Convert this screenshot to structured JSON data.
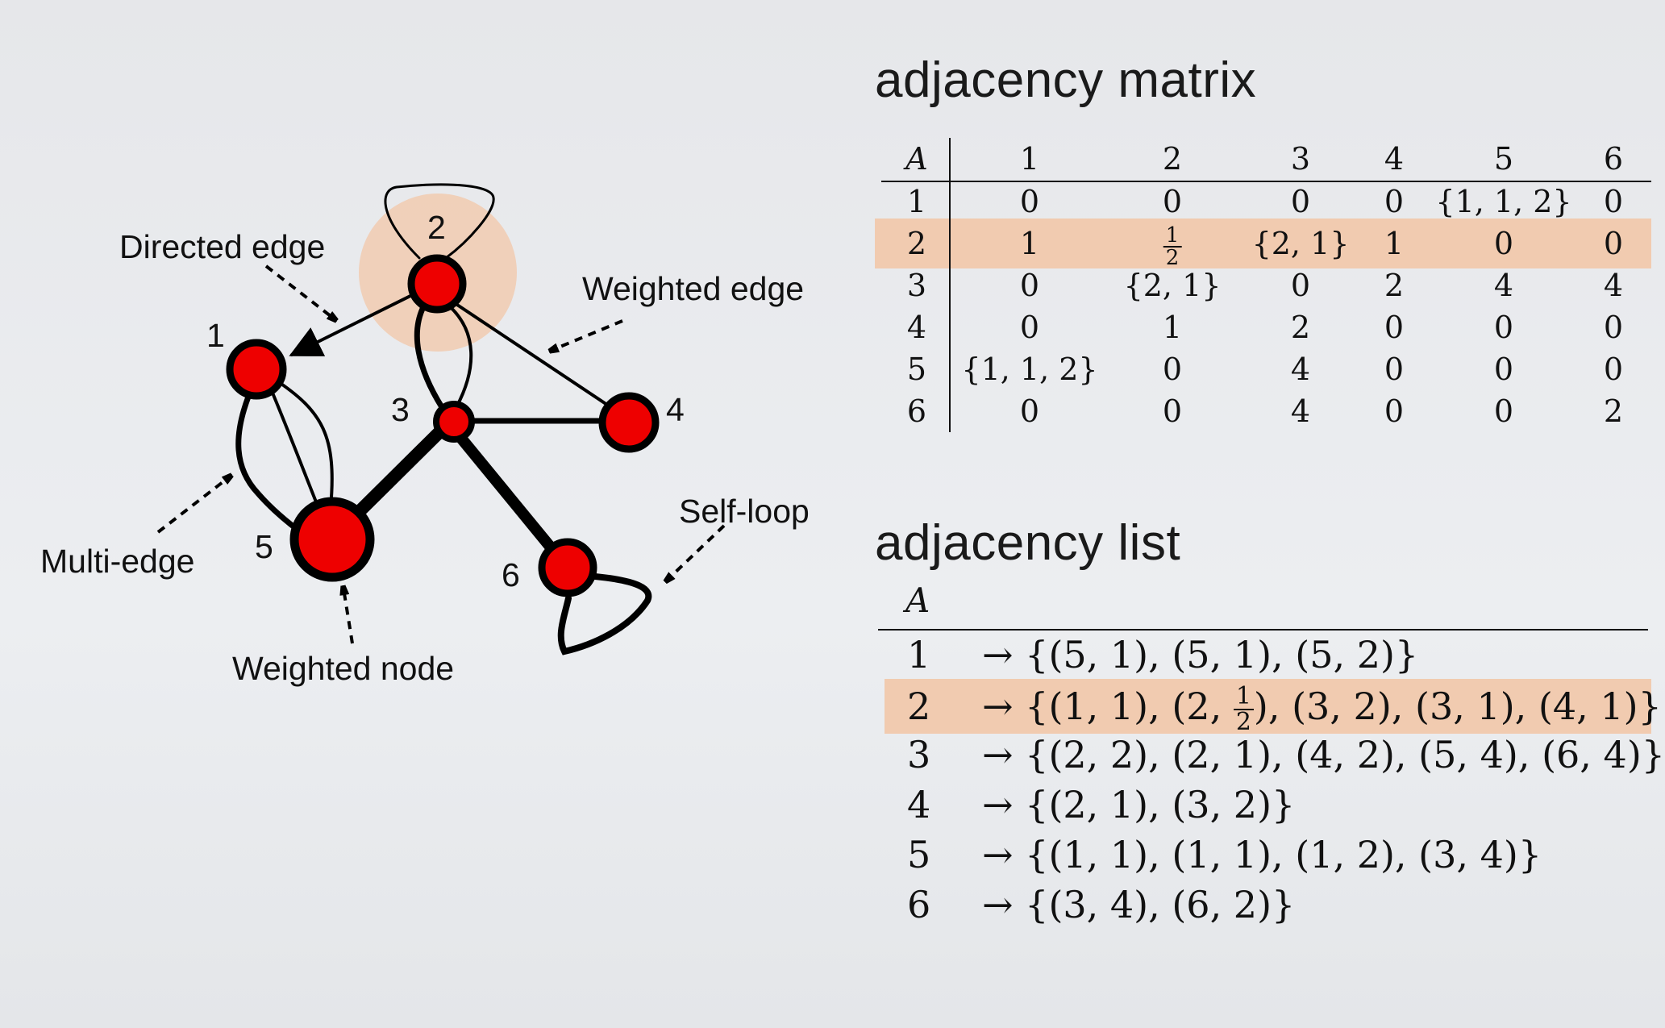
{
  "diagram": {
    "node_labels": [
      "1",
      "2",
      "3",
      "4",
      "5",
      "6"
    ],
    "annotations": {
      "directed_edge": "Directed edge",
      "weighted_edge": "Weighted edge",
      "multi_edge": "Multi-edge",
      "self_loop": "Self-loop",
      "weighted_node": "Weighted node"
    },
    "colors": {
      "node_fill": "#ee0000",
      "highlight": "#f1cbb0",
      "edge": "#000000"
    }
  },
  "matrix": {
    "heading": "adjacency matrix",
    "corner": "A",
    "columns": [
      "1",
      "2",
      "3",
      "4",
      "5",
      "6"
    ],
    "rows": [
      {
        "label": "1",
        "cells": [
          "0",
          "0",
          "0",
          "0",
          "{1, 1, 2}",
          "0"
        ]
      },
      {
        "label": "2",
        "cells": [
          "1",
          "1/2",
          "{2, 1}",
          "1",
          "0",
          "0"
        ]
      },
      {
        "label": "3",
        "cells": [
          "0",
          "{2, 1}",
          "0",
          "2",
          "4",
          "4"
        ]
      },
      {
        "label": "4",
        "cells": [
          "0",
          "1",
          "2",
          "0",
          "0",
          "0"
        ]
      },
      {
        "label": "5",
        "cells": [
          "{1, 1, 2}",
          "0",
          "4",
          "0",
          "0",
          "0"
        ]
      },
      {
        "label": "6",
        "cells": [
          "0",
          "0",
          "4",
          "0",
          "0",
          "2"
        ]
      }
    ],
    "highlighted_row": "2"
  },
  "list": {
    "heading": "adjacency list",
    "corner": "A",
    "arrow": "→",
    "rows": [
      {
        "label": "1",
        "value": "{(5, 1), (5, 1), (5, 2)}"
      },
      {
        "label": "2",
        "value_before": "{(1, 1), (2, ",
        "value_frac_num": "1",
        "value_frac_den": "2",
        "value_after": "), (3, 2), (3, 1), (4, 1)}"
      },
      {
        "label": "3",
        "value": "{(2, 2), (2, 1), (4, 2), (5, 4), (6, 4)}"
      },
      {
        "label": "4",
        "value": "{(2, 1), (3, 2)}"
      },
      {
        "label": "5",
        "value": "{(1, 1), (1, 1), (1, 2), (3, 4)}"
      },
      {
        "label": "6",
        "value": "{(3, 4), (6, 2)}"
      }
    ],
    "highlighted_row": "2"
  }
}
